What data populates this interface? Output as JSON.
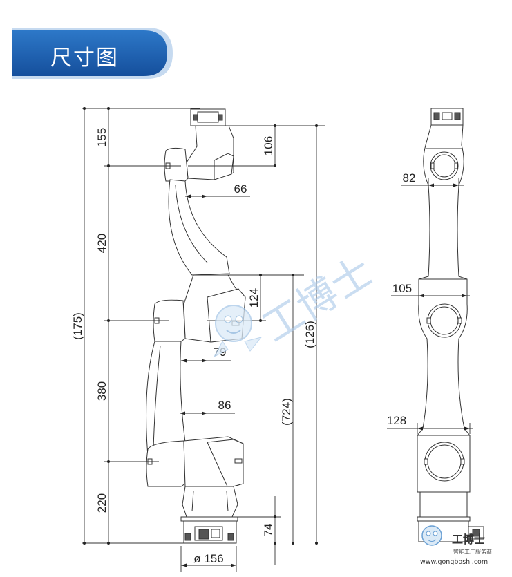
{
  "header": {
    "title": "尺寸图"
  },
  "front_view": {
    "dims": {
      "d155": "155",
      "d420": "420",
      "d380": "380",
      "d220": "220",
      "d175": "(175)",
      "d106": "106",
      "d124": "124",
      "d66": "66",
      "d79": "79",
      "d86": "86",
      "d126": "(126)",
      "d724": "(724)",
      "d74": "74",
      "d156": "ø 156"
    }
  },
  "side_view": {
    "dims": {
      "d82": "82",
      "d105": "105",
      "d128": "128"
    }
  },
  "watermark": {
    "text": "工博士",
    "caption": "智能工厂服务商",
    "url": "www.gongboshi.com"
  },
  "colors": {
    "banner": "#1f5fb0",
    "line": "#333333",
    "watermark": "#a8c8e8"
  }
}
